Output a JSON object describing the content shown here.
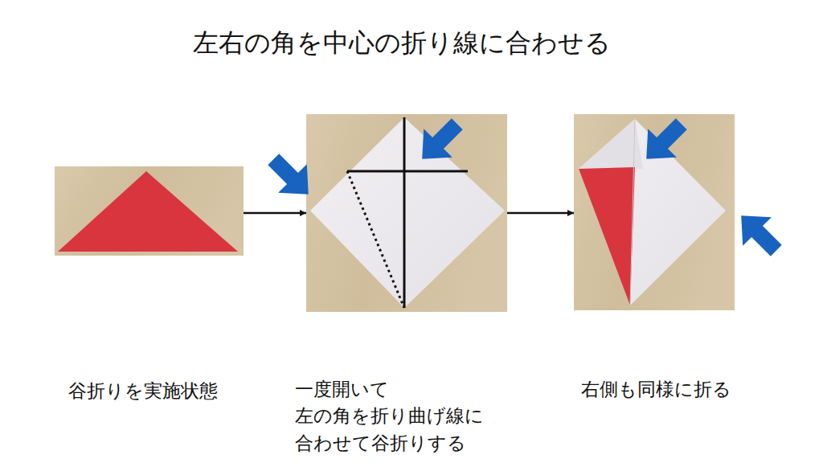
{
  "diagram": {
    "title": "左右の角を中心の折り線に合わせる",
    "nodes": [
      {
        "text": [
          "谷折りを実施状態"
        ]
      },
      {
        "text": [
          "一度開いて 左の角を折り曲げ線に 合わせて谷折りする"
        ]
      },
      {
        "text": [
          "右側も同様に折る"
        ]
      }
    ],
    "edges": [
      {
        "from": 0,
        "to": 1,
        "arrow": "to"
      },
      {
        "from": 1,
        "to": 2,
        "arrow": "to"
      }
    ]
  }
}
